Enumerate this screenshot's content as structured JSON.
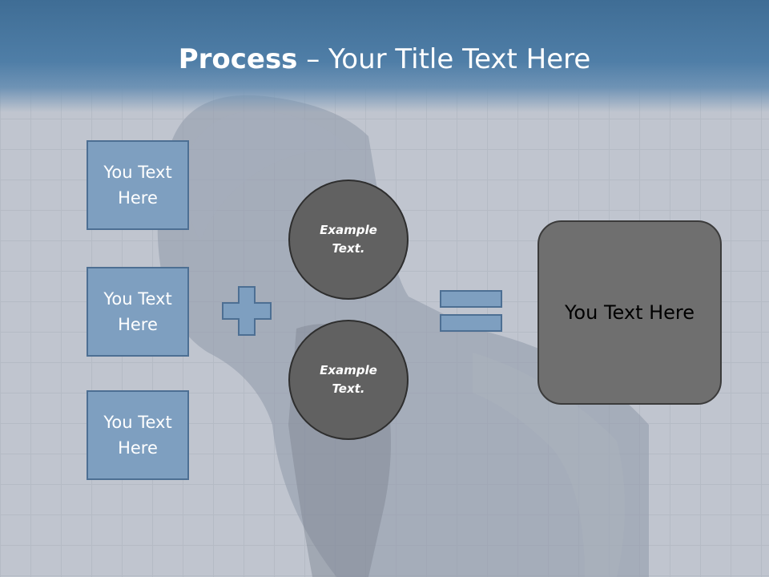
{
  "slide": {
    "title_bold": "Process",
    "title_rest": " – Your Title Text Here"
  },
  "inputs": [
    {
      "label": "You Text Here"
    },
    {
      "label": "You Text Here"
    },
    {
      "label": "You Text Here"
    }
  ],
  "operands": [
    {
      "label": "Example Text."
    },
    {
      "label": "Example Text."
    }
  ],
  "result": {
    "label": "You Text Here"
  },
  "colors": {
    "header": "#4f7ea7",
    "box_fill": "#7e9fc0",
    "box_border": "#4d6f93",
    "circle_fill": "#616161",
    "result_fill": "#6f6f6f"
  },
  "icons": [
    "plus-icon",
    "equals-icon"
  ]
}
